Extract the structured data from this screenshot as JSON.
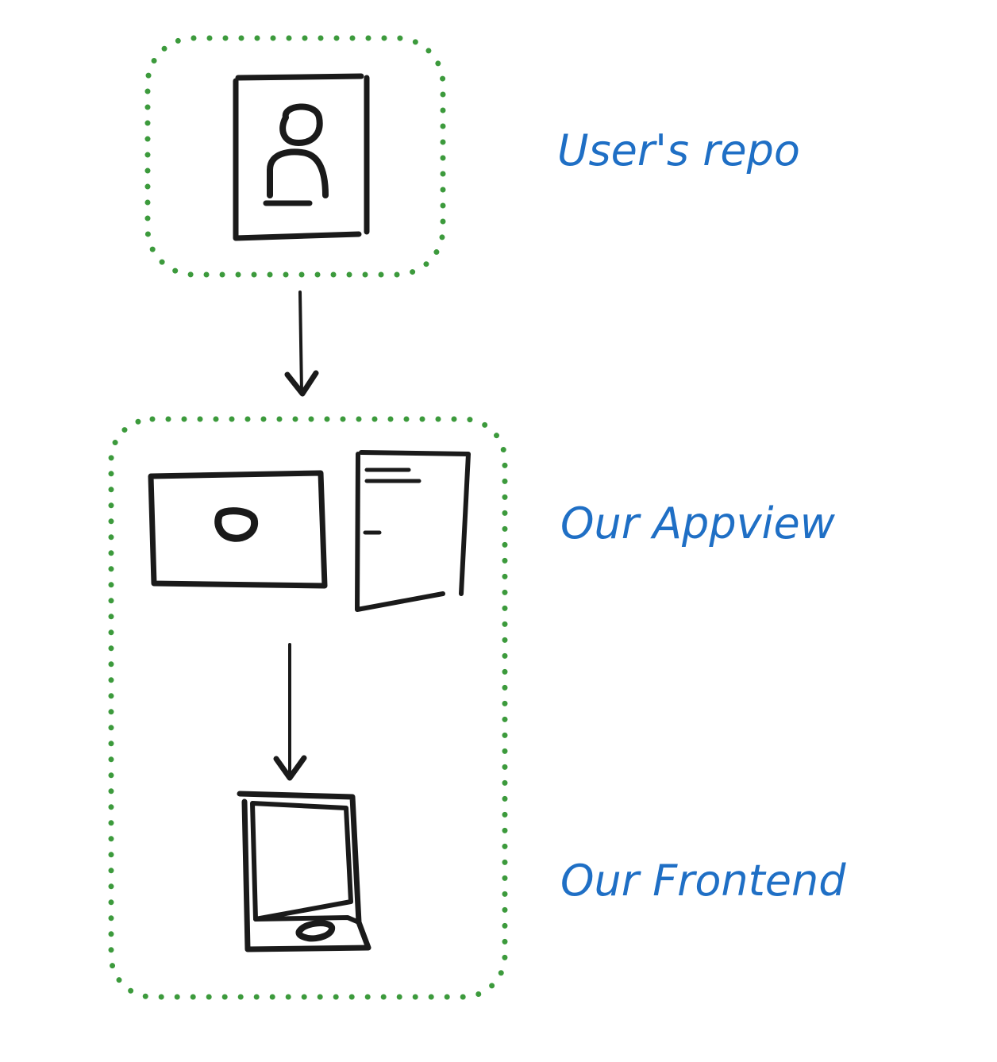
{
  "labels": {
    "users_repo": "User's repo",
    "our_appview": "Our Appview",
    "our_frontend": "Our Frontend"
  },
  "colors": {
    "label": "#1f6fc5",
    "dotted_border": "#3c9a3c",
    "ink": "#1a1a1a",
    "background": "#ffffff"
  },
  "icons": {
    "repo": "user-profile-card-icon",
    "appview_media": "media-panel-icon",
    "appview_doc": "document-icon",
    "frontend": "phone-device-icon"
  }
}
